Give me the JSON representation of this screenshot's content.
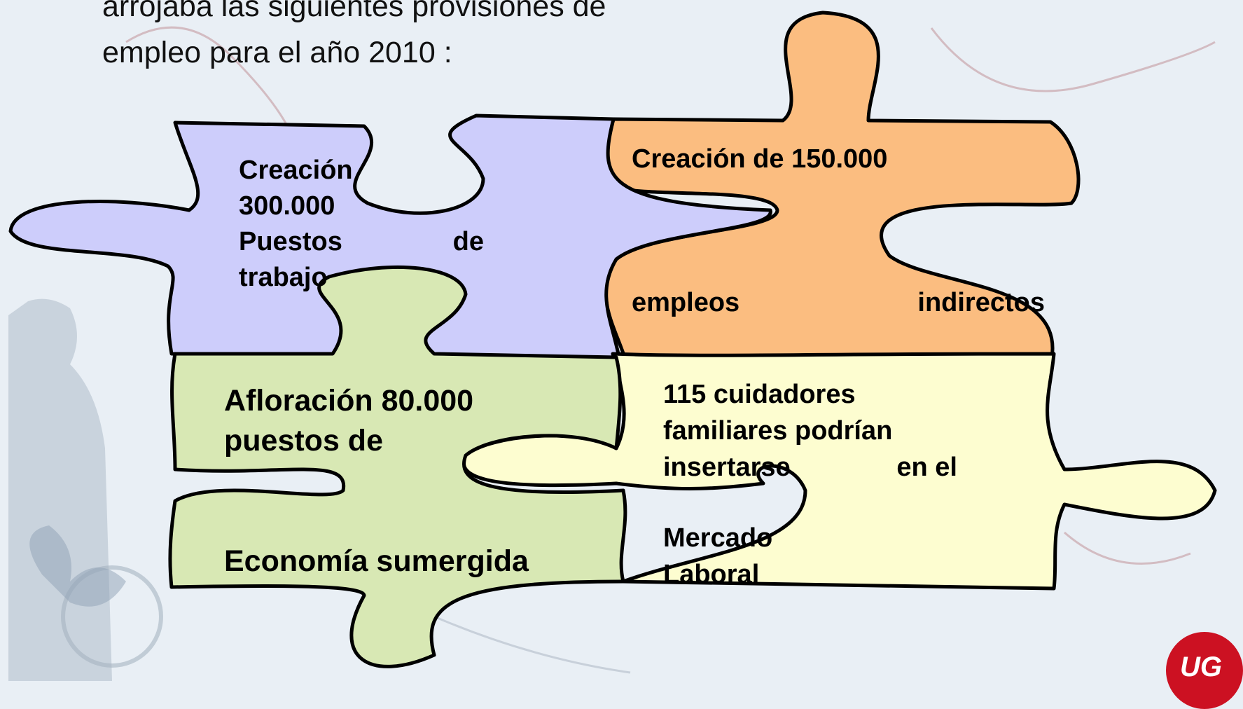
{
  "intro_text": "arrojaba las siguientes provisiones de\nempleo para el año 2010 :",
  "colors": {
    "purple": "#cdcdfb",
    "orange": "#fbbd80",
    "green": "#d8e8b4",
    "yellow": "#fdfdd0",
    "outline": "#000000",
    "background": "#e9eff5"
  },
  "pieces": {
    "purple": {
      "line1": "Creación",
      "line2": "300.000",
      "line3a": "Puestos",
      "line3b": "de",
      "line4": "trabajo"
    },
    "orange": {
      "line1": "Creación de 150.000",
      "line2a": "empleos",
      "line2b": "indirectos"
    },
    "green": {
      "line1": "Afloración 80.000",
      "line2": "puestos de",
      "line3": "Economía sumergida"
    },
    "yellow": {
      "line1": "115 cuidadores",
      "line2": "familiares podrían",
      "line3a": "insertarse",
      "line3b": "en el",
      "line4": "Mercado",
      "line5": "Laboral"
    }
  },
  "logo_text": "UG"
}
